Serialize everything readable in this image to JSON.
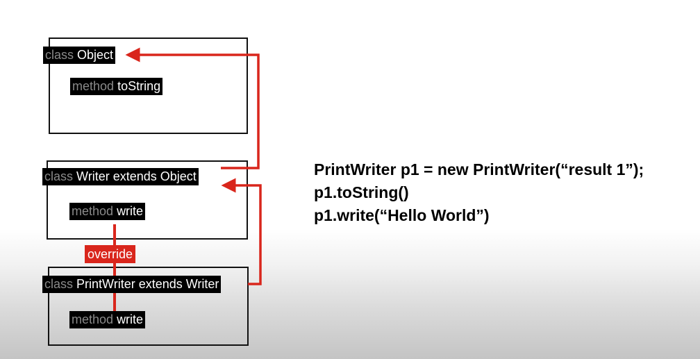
{
  "diagram": {
    "classes": [
      {
        "keyword": "class",
        "name": "Object",
        "method": {
          "keyword": "method",
          "name": "toString"
        }
      },
      {
        "keyword": "class",
        "name": "Writer extends Object",
        "method": {
          "keyword": "method",
          "name": "write"
        }
      },
      {
        "keyword": "class",
        "name": "PrintWriter extends Writer",
        "method": {
          "keyword": "method",
          "name": "write"
        }
      }
    ],
    "override_label": "override",
    "colors": {
      "arrow": "#d9261c",
      "label_background": "#000000",
      "keyword_text": "#8a8a8a",
      "name_text": "#ffffff"
    }
  },
  "code": {
    "lines": [
      "PrintWriter p1 = new PrintWriter(“result 1”);",
      "p1.toString()",
      "p1.write(“Hello World”)"
    ]
  }
}
